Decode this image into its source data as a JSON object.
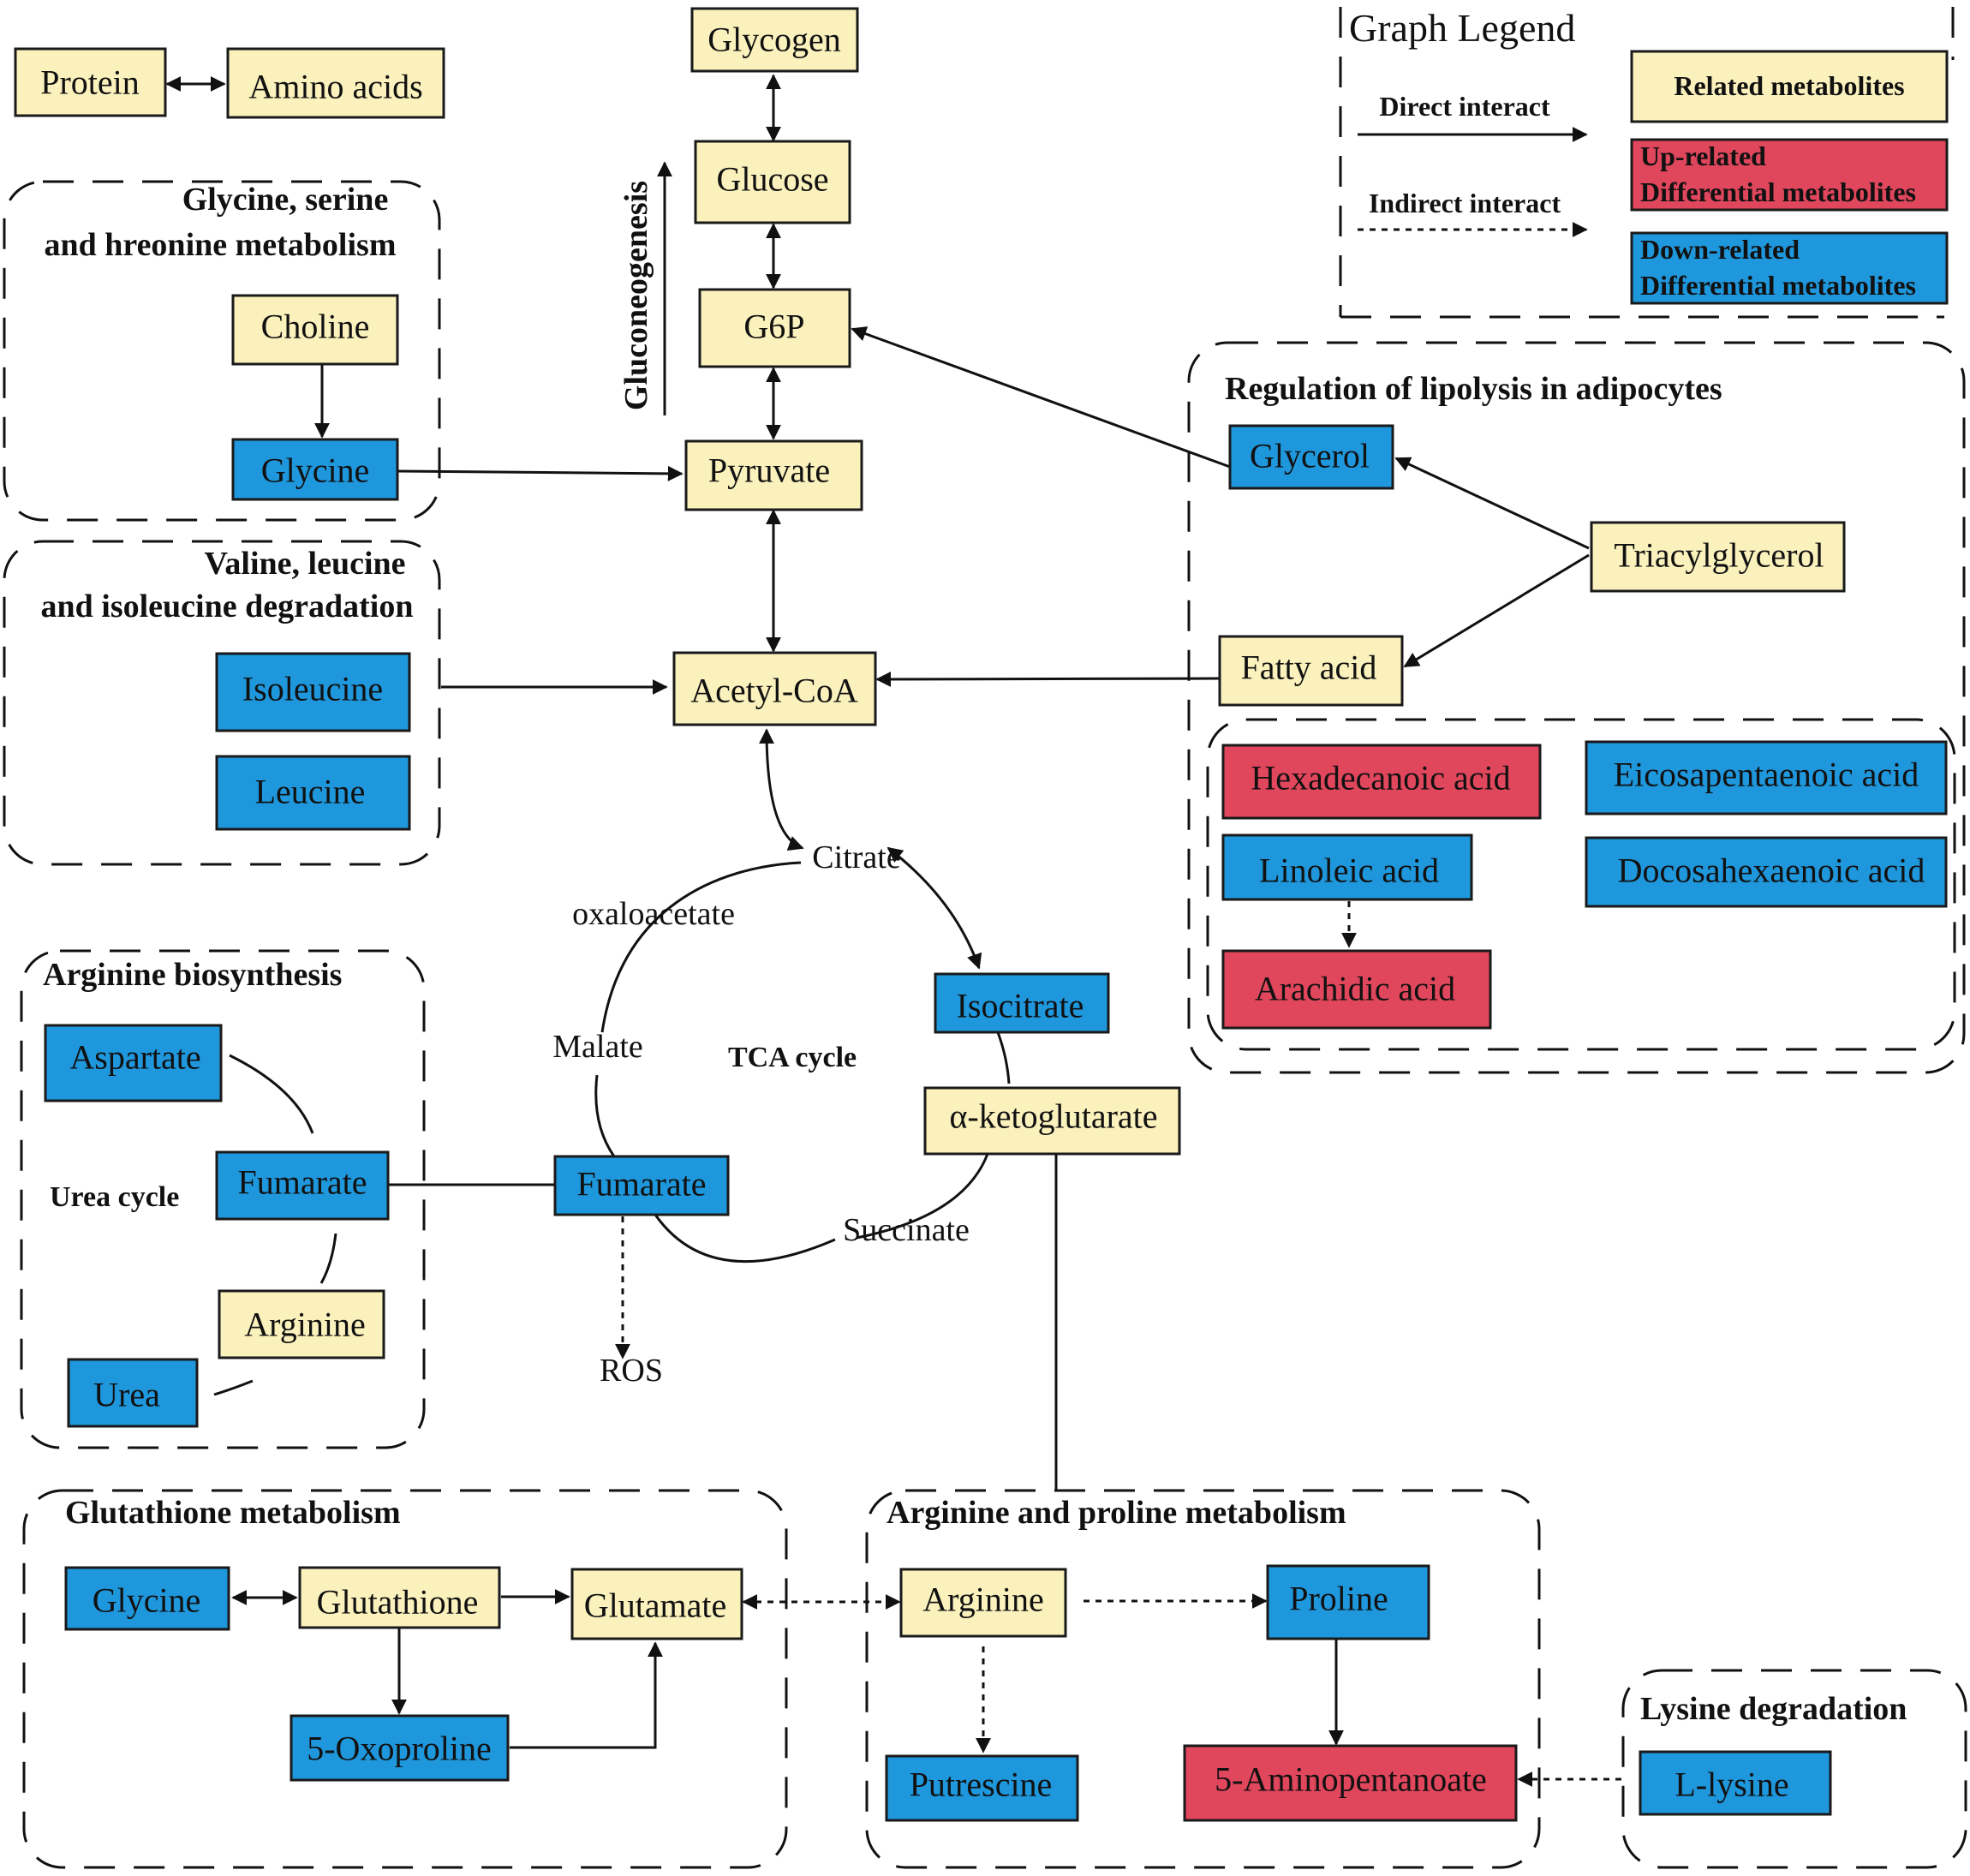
{
  "legend": {
    "title": "Graph Legend",
    "direct": "Direct interact",
    "indirect": "Indirect interact",
    "related": "Related metabolites",
    "up_1": "Up-related",
    "up_2": "Differential metabolites",
    "down_1": "Down-related",
    "down_2": "Differential metabolites",
    "colors": {
      "related": "#fbf1bd",
      "up": "#e0465c",
      "down": "#1f97dc"
    }
  },
  "groups": {
    "glycine_serine_1": "Glycine, serine",
    "glycine_serine_2": "and hreonine metabolism",
    "valine_1": "Valine, leucine",
    "valine_2": "and isoleucine degradation",
    "arginine_biosynthesis": "Arginine biosynthesis",
    "urea_cycle": "Urea cycle",
    "glutathione": "Glutathione metabolism",
    "arginine_proline": "Arginine and proline metabolism",
    "lysine": "Lysine degradation",
    "lipolysis": "Regulation of lipolysis in adipocytes",
    "gluconeogenesis": "Gluconeogenesis",
    "tca": "TCA cycle"
  },
  "nodes": {
    "protein": "Protein",
    "amino_acids": "Amino acids",
    "glycogen": "Glycogen",
    "glucose": "Glucose",
    "g6p": "G6P",
    "pyruvate": "Pyruvate",
    "acetyl_coa": "Acetyl-CoA",
    "choline": "Choline",
    "glycine_top": "Glycine",
    "isoleucine": "Isoleucine",
    "leucine": "Leucine",
    "glycerol": "Glycerol",
    "triacylglycerol": "Triacylglycerol",
    "fatty_acid": "Fatty acid",
    "hexadecanoic": "Hexadecanoic acid",
    "eicosapentaenoic": "Eicosapentaenoic acid",
    "linoleic": "Linoleic acid",
    "docosahexaenoic": "Docosahexaenoic acid",
    "arachidic": "Arachidic acid",
    "isocitrate": "Isocitrate",
    "akg": "α-ketoglutarate",
    "fumarate_tca": "Fumarate",
    "aspartate": "Aspartate",
    "fumarate_urea": "Fumarate",
    "arginine_urea": "Arginine",
    "urea": "Urea",
    "glycine_glu": "Glycine",
    "glutathione": "Glutathione",
    "glutamate": "Glutamate",
    "oxoproline": "5-Oxoproline",
    "arginine_pro": "Arginine",
    "proline": "Proline",
    "putrescine": "Putrescine",
    "aminopentanoate": "5-Aminopentanoate",
    "lysine": "L-lysine"
  },
  "labels": {
    "citrate": "Citrate",
    "oxaloacetate": "oxaloacetate",
    "malate": "Malate",
    "succinate": "Succinate",
    "ros": "ROS"
  }
}
